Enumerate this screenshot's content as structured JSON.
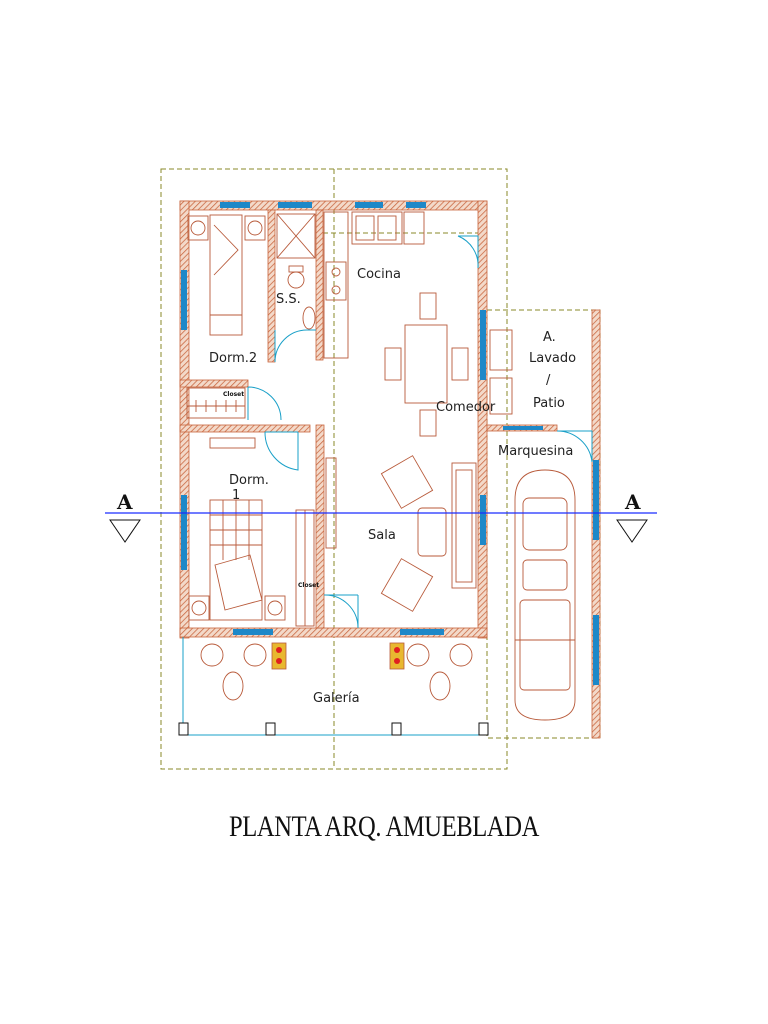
{
  "title": "PLANTA ARQ. AMUEBLADA",
  "section_marker": "A",
  "rooms": {
    "dorm2": "Dorm.2",
    "ss": "S.S.",
    "cocina": "Cocina",
    "comedor": "Comedor",
    "dorm1_line1": "Dorm.",
    "dorm1_line2": "1",
    "sala": "Sala",
    "lavado_line1": "A.",
    "lavado_line2": "Lavado",
    "lavado_line3": "/",
    "lavado_line4": "Patio",
    "marquesina": "Marquesina",
    "galeria": "Galería",
    "closet": "Closet"
  },
  "colors": {
    "wall": "#c8643c",
    "furniture": "#b85a3a",
    "window": "#1e88c8",
    "door_swing": "#1aa0c8",
    "dashed_boundary": "#8a8a2a",
    "section_line": "#1a2cff"
  }
}
